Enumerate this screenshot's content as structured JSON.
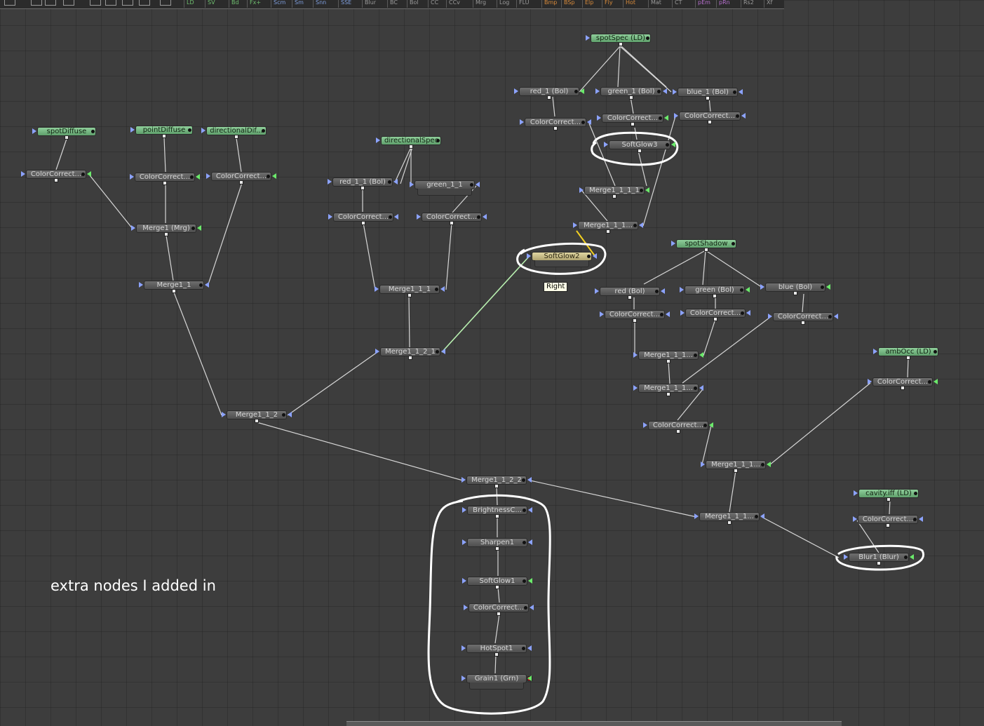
{
  "toolbar": {
    "tools": [
      "LD",
      "SV",
      "Bd",
      "Fx+",
      "Scm",
      "Sm",
      "Snn",
      "SSE",
      "Blur",
      "BC",
      "Bol",
      "CC",
      "CCv",
      "Mrg",
      "Log",
      "FLU",
      "Bmp",
      "BSp",
      "Elp",
      "Fly",
      "Hot",
      "Mat",
      "CT",
      "pEm",
      "pRn",
      "Rs2",
      "Xf"
    ]
  },
  "nodes": {
    "spotSpec": "spotSpec  (LD)",
    "red_1": "red_1  (Bol)",
    "green_1": "green_1  (Bol)",
    "blue_1": "blue_1  (Bol)",
    "cc_spotspec_red": "ColorCorrect...",
    "cc_spotspec_green": "ColorCorrect...",
    "cc_spotspec_blue": "ColorCorrect...",
    "softglow3": "SoftGlow3",
    "merge1_1_1_1": "Merge1_1_1_1",
    "merge1_1_1_dots_a": "Merge1_1_1...",
    "softglow2": "SoftGlow2",
    "spotDiffuse": "spotDiffuse",
    "pointDiffuse": "pointDiffuse",
    "directionalDif": "directionalDif...",
    "cc_spotdiffuse": "ColorCorrect...",
    "cc_pointdiffuse": "ColorCorrect...",
    "cc_directionaldif": "ColorCorrect...",
    "merge1_mrg": "Merge1  (Mrg)",
    "merge1_1": "Merge1_1",
    "directionalSpec": "directionalSpec",
    "red_1_1": "red_1_1  (Bol)",
    "green_1_1": "green_1_1",
    "cc_dirspec_red": "ColorCorrect...",
    "cc_dirspec_green": "ColorCorrect...",
    "merge1_1_1": "Merge1_1_1",
    "merge1_1_2_1": "Merge1_1_2_1",
    "merge1_1_2": "Merge1_1_2",
    "spotShadow": "spotShadow",
    "red_bol": "red  (Bol)",
    "green_bol": "green  (Bol)",
    "blue_bol": "blue  (Bol)",
    "cc_shadow_red": "ColorCorrect...",
    "cc_shadow_green": "ColorCorrect...",
    "cc_shadow_blue": "ColorCorrect...",
    "merge1_1_1_dots_b": "Merge1_1_1...",
    "merge1_1_1_dots_c": "Merge1_1_1...",
    "cc_shadow_merge": "ColorCorrect...",
    "merge1_1_1_dots_d": "Merge1_1_1...",
    "ambOcc": "ambOcc  (LD)",
    "cc_ambocc": "ColorCorrect...",
    "merge1_1_2_2": "Merge1_1_2_2",
    "brightnessc": "BrightnessC...",
    "sharpen1": "Sharpen1",
    "softglow1": "SoftGlow1",
    "cc_chain": "ColorCorrect...",
    "hotspot1": "HotSpot1",
    "grain1": "Grain1  (Grn)",
    "merge1_1_1_dots_e": "Merge1_1_1...",
    "cavity": "cavity.iff  (LD)",
    "cc_cavity": "ColorCorrect...",
    "blur1": "Blur1  (Blur)"
  },
  "tooltip": "Right",
  "annotation": "extra nodes I added in",
  "colors": {
    "background": "#3d3d3d",
    "loader_node": "#7fbf8a",
    "selected_node": "#cfc58f",
    "annotation_stroke": "#ffffff",
    "wire": "#d8d8d8",
    "wire_selected": "#f3d020",
    "wire_highlight": "#b8f0b0"
  }
}
